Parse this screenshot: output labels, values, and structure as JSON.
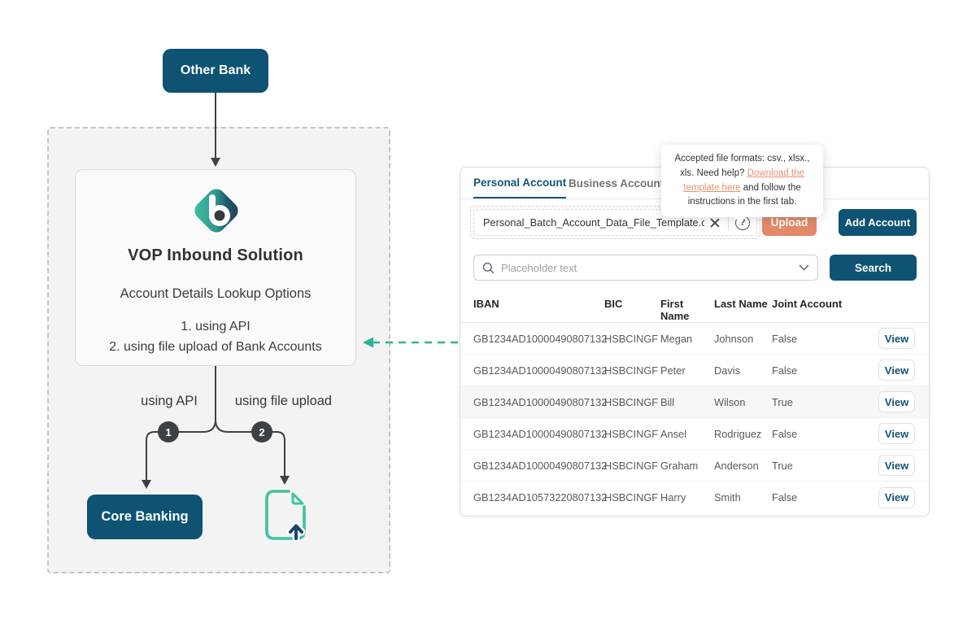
{
  "diagram": {
    "other_bank_label": "Other Bank",
    "solution": {
      "title": "VOP Inbound Solution",
      "subtitle": "Account Details Lookup Options",
      "option1": "1. using API",
      "option2": "2. using file upload of Bank Accounts"
    },
    "branch1_label": "using API",
    "branch2_label": "using file upload",
    "badge1": "1",
    "badge2": "2",
    "core_banking_label": "Core Banking"
  },
  "panel": {
    "tabs": [
      {
        "label": "Personal Account",
        "active": true
      },
      {
        "label": "Business Account",
        "active": false
      }
    ],
    "tooltip": {
      "text_before_link": "Accepted file formats: csv., xlsx., xls. Need help? ",
      "link_text": "Download the template here",
      "text_after_link": " and follow the instructions in the first tab."
    },
    "file_upload": {
      "filename": "Personal_Batch_Account_Data_File_Template.csv",
      "upload_label": "Upload",
      "add_account_label": "Add Account"
    },
    "search": {
      "placeholder": "Placeholder text",
      "button_label": "Search"
    },
    "table": {
      "columns": [
        "IBAN",
        "BIC",
        "First Name",
        "Last Name",
        "Joint Account"
      ],
      "action_label": "View",
      "rows": [
        {
          "iban": "GB1234AD10000490807132",
          "bic": "HSBCINGF",
          "first_name": "Megan",
          "last_name": "Johnson",
          "joint": "False",
          "highlight": false
        },
        {
          "iban": "GB1234AD10000490807132",
          "bic": "HSBCINGF",
          "first_name": "Peter",
          "last_name": "Davis",
          "joint": "False",
          "highlight": false
        },
        {
          "iban": "GB1234AD10000490807132",
          "bic": "HSBCINGF",
          "first_name": "Bill",
          "last_name": "Wilson",
          "joint": "True",
          "highlight": true
        },
        {
          "iban": "GB1234AD10000490807132",
          "bic": "HSBCINGF",
          "first_name": "Ansel",
          "last_name": "Rodriguez",
          "joint": "False",
          "highlight": false
        },
        {
          "iban": "GB1234AD10000490807132",
          "bic": "HSBCINGF",
          "first_name": "Graham",
          "last_name": "Anderson",
          "joint": "True",
          "highlight": false
        },
        {
          "iban": "GB1234AD10573220807132",
          "bic": "HSBCINGF",
          "first_name": "Harry",
          "last_name": "Smith",
          "joint": "False",
          "highlight": false
        }
      ]
    }
  },
  "colors": {
    "navy": "#0E5373",
    "teal": "#2FB392",
    "salmon": "#E28A68",
    "charcoal": "#3C4146",
    "link_salmon": "#E8906B"
  }
}
